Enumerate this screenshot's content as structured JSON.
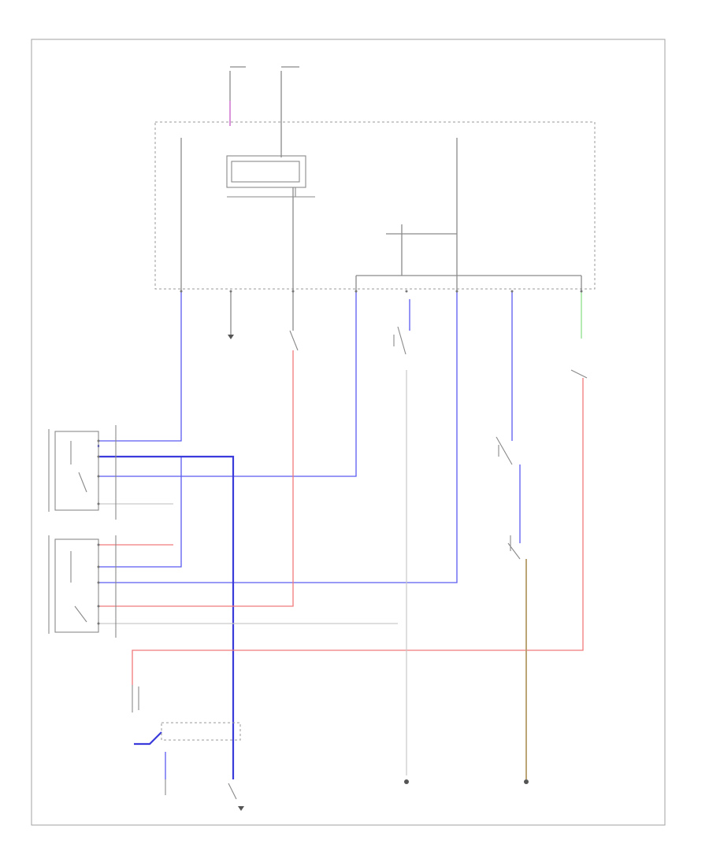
{
  "diagram": {
    "corner_label": "",
    "components": [
      {
        "id": "junction-box",
        "label": ""
      },
      {
        "id": "relay-top",
        "label": ""
      },
      {
        "id": "cooling-fan-relay-1",
        "label": ""
      },
      {
        "id": "cooling-fan-relay-2",
        "label": ""
      },
      {
        "id": "cooling-fan-motor-connector",
        "label": ""
      },
      {
        "id": "ac-pressure-switch",
        "label": ""
      },
      {
        "id": "coolant-temp-switch",
        "label": ""
      },
      {
        "id": "engine-coolant-temp-switch",
        "label": ""
      },
      {
        "id": "fan-motor",
        "label": ""
      },
      {
        "id": "ground-1",
        "label": ""
      },
      {
        "id": "ground-2",
        "label": ""
      },
      {
        "id": "ground-3",
        "label": ""
      }
    ],
    "colors": {
      "black_wire": "#8a8a8a",
      "blue_wire": "#5a5af0",
      "red_wire": "#f07a7a",
      "green_wire": "#8be08b",
      "tan_wire": "#b59a6a",
      "pink_wire": "#d07ad0"
    }
  }
}
